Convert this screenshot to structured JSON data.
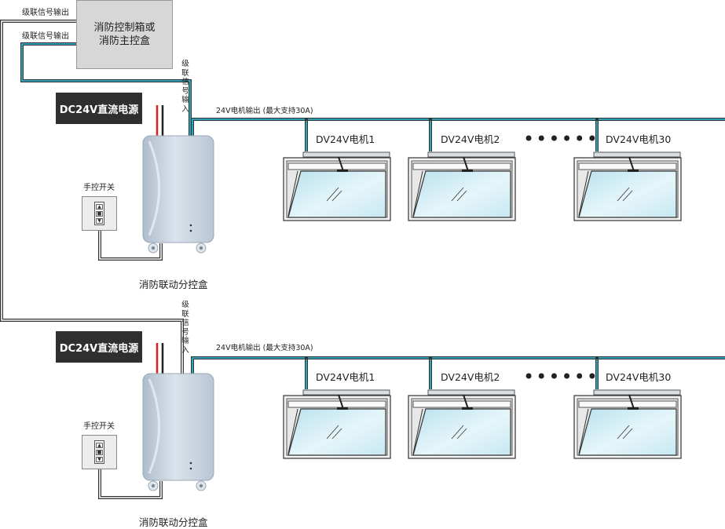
{
  "controller": {
    "line1": "消防控制箱或",
    "line2": "消防主控盒"
  },
  "cascade_output_label": "级联信号输出",
  "cascade_input_label": "级联信号输入",
  "psu_label": "DC24V直流电源",
  "switch_label": "手控开关",
  "splitter_label": "消防联动分控盒",
  "motor_output_label": "24V电机输出 (最大支持30A)",
  "ellipsis": "••••••",
  "motors": [
    "DV24V电机1",
    "DV24V电机2",
    "DV24V电机30"
  ],
  "colors": {
    "signal_wire": "#2ec1dc",
    "power_red": "#e02020",
    "psu_bg": "#2f2f2f",
    "box_body": "#c4d0dd"
  }
}
